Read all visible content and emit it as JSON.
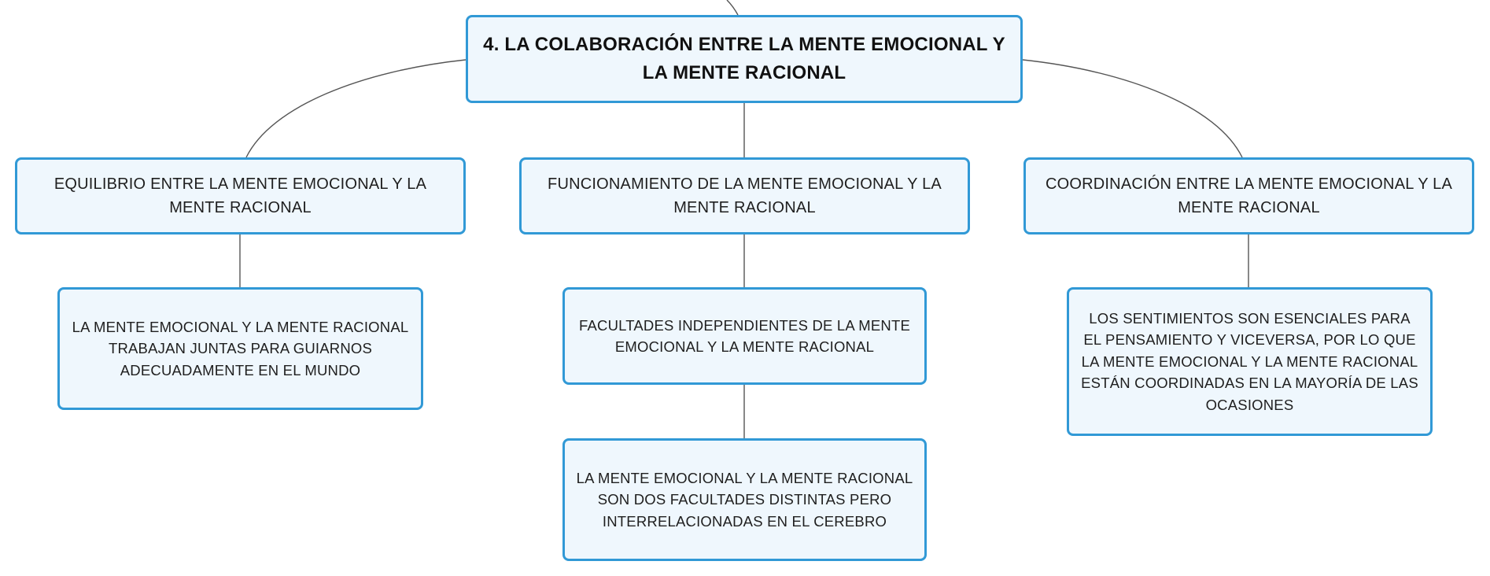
{
  "diagram": {
    "root": {
      "label": "4. LA COLABORACIÓN ENTRE LA MENTE EMOCIONAL Y LA MENTE RACIONAL"
    },
    "branches": [
      {
        "label": "EQUILIBRIO ENTRE LA MENTE EMOCIONAL Y LA MENTE RACIONAL",
        "children": [
          {
            "label": "LA MENTE EMOCIONAL Y LA MENTE RACIONAL TRABAJAN JUNTAS PARA GUIARNOS ADECUADAMENTE EN EL MUNDO"
          }
        ]
      },
      {
        "label": "FUNCIONAMIENTO DE LA MENTE EMOCIONAL Y LA MENTE RACIONAL",
        "children": [
          {
            "label": "FACULTADES INDEPENDIENTES DE LA MENTE EMOCIONAL Y LA MENTE RACIONAL",
            "children": [
              {
                "label": "LA MENTE EMOCIONAL Y LA MENTE RACIONAL SON DOS FACULTADES DISTINTAS PERO INTERRELACIONADAS EN EL CEREBRO"
              }
            ]
          }
        ]
      },
      {
        "label": "COORDINACIÓN ENTRE LA MENTE EMOCIONAL Y LA MENTE RACIONAL",
        "children": [
          {
            "label": "LOS SENTIMIENTOS SON ESENCIALES PARA EL PENSAMIENTO Y VICEVERSA, POR LO QUE LA MENTE EMOCIONAL Y LA MENTE RACIONAL ESTÁN COORDINADAS EN LA MAYORÍA DE LAS OCASIONES"
          }
        ]
      }
    ],
    "colors": {
      "node_border": "#3199d6",
      "node_fill": "#eff7fd",
      "connector": "#555555"
    }
  }
}
